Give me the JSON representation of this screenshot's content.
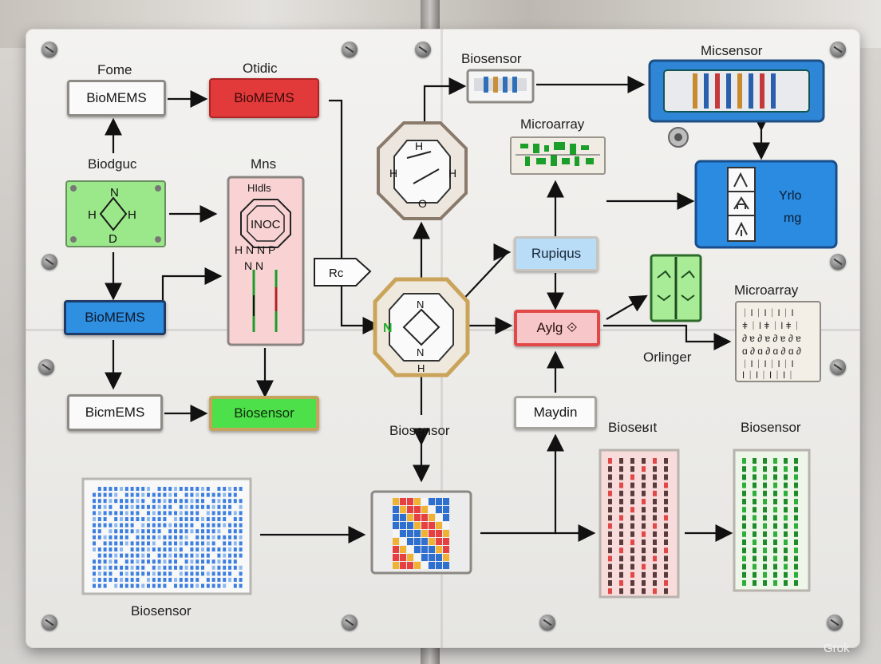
{
  "labels": {
    "fome": "Fome",
    "otidic": "Otidic",
    "biodguc": "Biodguc",
    "mns": "Mns",
    "biosensor_top": "Biosensor",
    "micsensor": "Micsensor",
    "microarray_top": "Microarray",
    "microarray_right": "Microarray",
    "orlinger": "Orlinger",
    "biosensor_mid": "Biosensor",
    "bioseвit": "Bioseʁıt",
    "biosensor_right": "Biosensor",
    "biosensor_bottom": "Biosensor"
  },
  "boxes": {
    "biomems_white": "BioMEMS",
    "biomems_red": "BioMEMS",
    "biomems_blue": "BioMEMS",
    "bicomems": "BicmEMS",
    "biosensor_green": "Biosensor",
    "rupiqus": "Rupiqus",
    "ayig": "Aylg ⟐",
    "maydin": "Maydin",
    "rc": "Rc",
    "yrlo_line1": "Yrlo",
    "yrlo_line2": "mg"
  },
  "chem": {
    "green_chip": [
      "N",
      "H",
      "H",
      "D"
    ],
    "pink_panel_top": "HIdls",
    "pink_panel_ring": "INOC",
    "pink_panel_row": "H  N  N  P",
    "pink_panel_row2": "N     N",
    "octagon_top": [
      "H",
      "H",
      "H",
      "O"
    ],
    "center_chip_n": "N",
    "center_chip_letters": [
      "N",
      "N",
      "H"
    ]
  },
  "watermark": "Grok",
  "colors": {
    "red": "#e23a3a",
    "blue": "#2f8fe0",
    "green": "#4ee04a",
    "pink": "#f6c6c8",
    "lightblue": "#b9dcf7"
  }
}
